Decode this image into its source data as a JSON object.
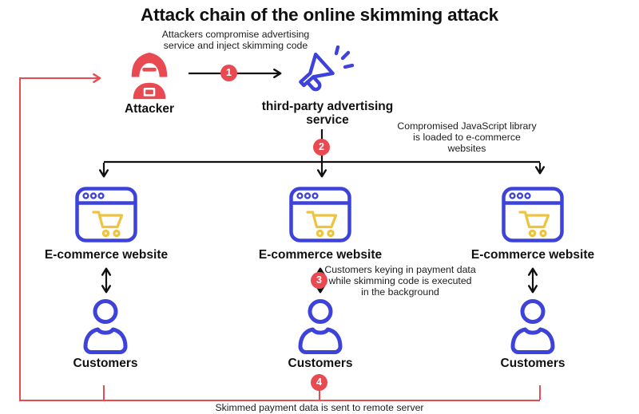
{
  "title": "Attack chain of the online skimming attack",
  "colors": {
    "red": "#E94A52",
    "blue": "#3D43DA",
    "yellow": "#EEC33F",
    "text": "#111111"
  },
  "icons": {
    "attacker": "hooded-hacker-icon",
    "ad_service": "megaphone-icon",
    "website": "browser-shopping-cart-icon",
    "customers": "person-icon"
  },
  "nodes": {
    "attacker": {
      "label": "Attacker"
    },
    "ad_service": {
      "label": "third-party advertising service"
    },
    "websites": [
      {
        "label": "E-commerce website"
      },
      {
        "label": "E-commerce website"
      },
      {
        "label": "E-commerce website"
      }
    ],
    "customers": [
      {
        "label": "Customers"
      },
      {
        "label": "Customers"
      },
      {
        "label": "Customers"
      }
    ]
  },
  "steps": [
    {
      "number": "1",
      "text": "Attackers compromise advertising service and inject skimming code"
    },
    {
      "number": "2",
      "text": "Compromised JavaScript library is loaded to e-commerce websites"
    },
    {
      "number": "3",
      "text": "Customers keying in payment data while skimming code is executed in the background"
    },
    {
      "number": "4",
      "text": "Skimmed payment data is sent to remote server"
    }
  ]
}
